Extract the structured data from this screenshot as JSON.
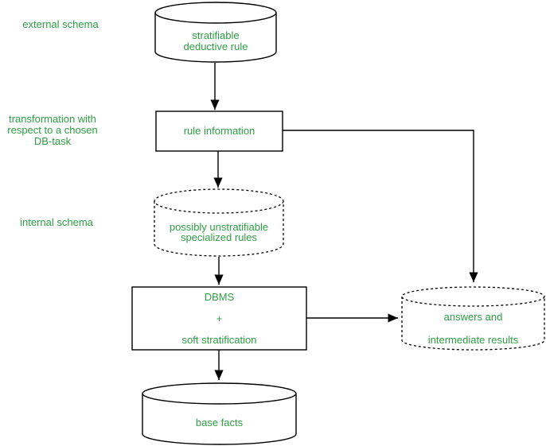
{
  "diagram": {
    "type": "flowchart",
    "colors": {
      "label_text": "#2e9e44",
      "shape_stroke": "#000000",
      "background": "#ffffff"
    },
    "side_labels": {
      "external_schema": "external schema",
      "transformation": "transformation with\nrespect to a chosen\nDB-task",
      "internal_schema": "internal schema"
    },
    "nodes": {
      "stratifiable_deductive_rule": {
        "label": "stratifiable\ndeductive rule",
        "shape": "cylinder",
        "border": "solid"
      },
      "rule_information": {
        "label": "rule information",
        "shape": "rectangle",
        "border": "solid"
      },
      "specialized_rules": {
        "label": "possibly unstratifiable\nspecialized rules",
        "shape": "cylinder",
        "border": "dashed"
      },
      "dbms_soft_stratification": {
        "label": "DBMS\n+\nsoft stratification",
        "shape": "rectangle",
        "border": "solid"
      },
      "answers_intermediate_results": {
        "label": "answers and\nintermediate results",
        "shape": "cylinder",
        "border": "dashed"
      },
      "base_facts": {
        "label": "base facts",
        "shape": "cylinder",
        "border": "solid"
      }
    },
    "edges": [
      {
        "from": "stratifiable_deductive_rule",
        "to": "rule_information"
      },
      {
        "from": "rule_information",
        "to": "specialized_rules"
      },
      {
        "from": "rule_information",
        "to": "answers_intermediate_results"
      },
      {
        "from": "specialized_rules",
        "to": "dbms_soft_stratification"
      },
      {
        "from": "dbms_soft_stratification",
        "to": "answers_intermediate_results"
      },
      {
        "from": "dbms_soft_stratification",
        "to": "base_facts"
      }
    ]
  }
}
